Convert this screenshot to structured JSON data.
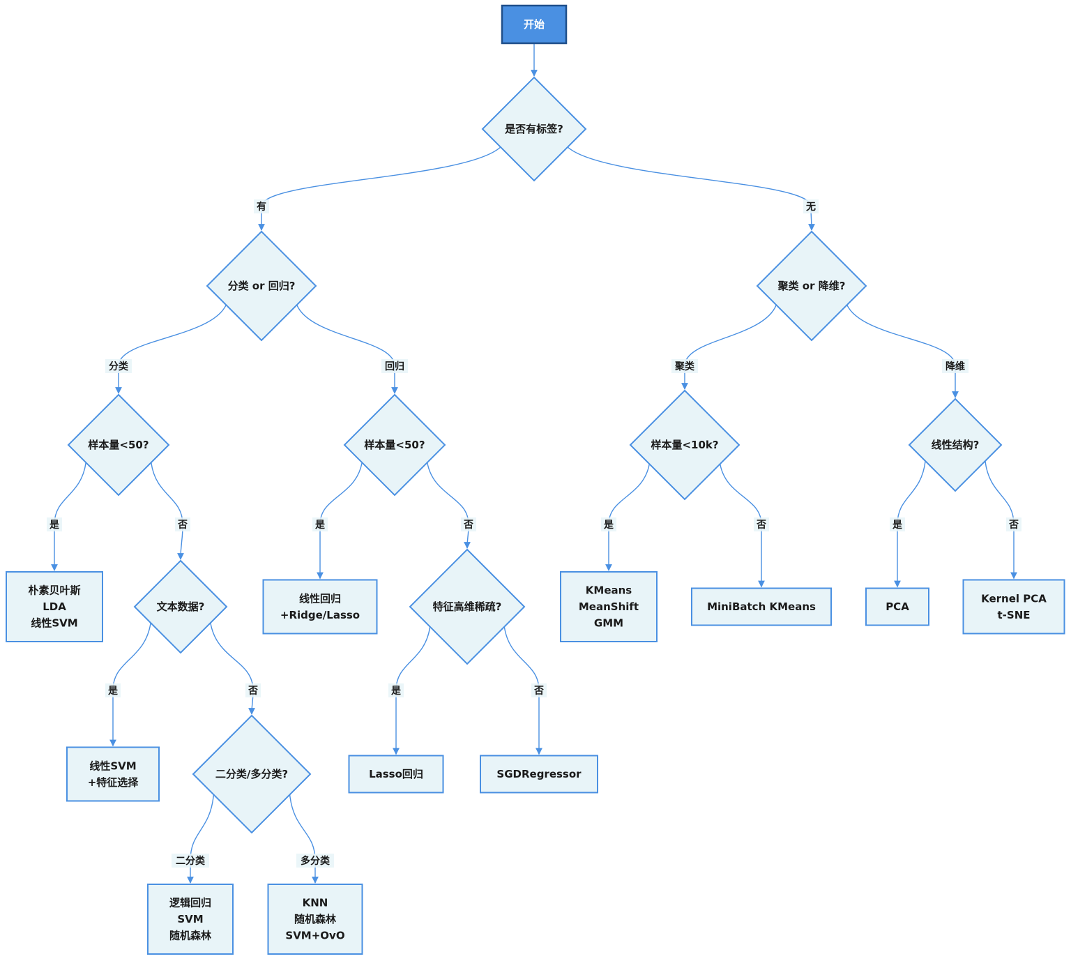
{
  "colors": {
    "accent": "#4a90e2",
    "node_fill": "#e8f4f8",
    "start_fill": "#4a90e2",
    "start_border": "#1f4f8a",
    "text": "#1a1a1a"
  },
  "nodes": {
    "start": {
      "kind": "start",
      "lines": [
        "开始"
      ]
    },
    "q_label": {
      "kind": "decision",
      "lines": [
        "是否有标签?"
      ]
    },
    "q_cls_reg": {
      "kind": "decision",
      "lines": [
        "分类 or 回归?"
      ]
    },
    "q_clu_dim": {
      "kind": "decision",
      "lines": [
        "聚类 or 降维?"
      ]
    },
    "q_cls_n": {
      "kind": "decision",
      "lines": [
        "样本量<50?"
      ]
    },
    "q_reg_n": {
      "kind": "decision",
      "lines": [
        "样本量<50?"
      ]
    },
    "q_clu_n": {
      "kind": "decision",
      "lines": [
        "样本量<10k?"
      ]
    },
    "q_linear": {
      "kind": "decision",
      "lines": [
        "线性结构?"
      ]
    },
    "r_nb": {
      "kind": "result",
      "lines": [
        "朴素贝叶斯",
        "LDA",
        "线性SVM"
      ]
    },
    "q_text": {
      "kind": "decision",
      "lines": [
        "文本数据?"
      ]
    },
    "r_linreg": {
      "kind": "result",
      "lines": [
        "线性回归",
        "+Ridge/Lasso"
      ]
    },
    "q_sparse": {
      "kind": "decision",
      "lines": [
        "特征高维稀疏?"
      ]
    },
    "r_kmeans": {
      "kind": "result",
      "lines": [
        "KMeans",
        "MeanShift",
        "GMM"
      ]
    },
    "r_minibatch": {
      "kind": "result",
      "lines": [
        "MiniBatch KMeans"
      ]
    },
    "r_pca": {
      "kind": "result",
      "lines": [
        "PCA"
      ]
    },
    "r_kpca": {
      "kind": "result",
      "lines": [
        "Kernel PCA",
        "t-SNE"
      ]
    },
    "r_linsvm": {
      "kind": "result",
      "lines": [
        "线性SVM",
        "+特征选择"
      ]
    },
    "q_binary": {
      "kind": "decision",
      "lines": [
        "二分类/多分类?"
      ]
    },
    "r_lasso": {
      "kind": "result",
      "lines": [
        "Lasso回归"
      ]
    },
    "r_sgd": {
      "kind": "result",
      "lines": [
        "SGDRegressor"
      ]
    },
    "r_logreg": {
      "kind": "result",
      "lines": [
        "逻辑回归",
        "SVM",
        "随机森林"
      ]
    },
    "r_knn": {
      "kind": "result",
      "lines": [
        "KNN",
        "随机森林",
        "SVM+OvO"
      ]
    }
  },
  "edges": [
    {
      "from": "start",
      "to": "q_label",
      "label": ""
    },
    {
      "from": "q_label",
      "to": "q_cls_reg",
      "label": "有"
    },
    {
      "from": "q_label",
      "to": "q_clu_dim",
      "label": "无"
    },
    {
      "from": "q_cls_reg",
      "to": "q_cls_n",
      "label": "分类"
    },
    {
      "from": "q_cls_reg",
      "to": "q_reg_n",
      "label": "回归"
    },
    {
      "from": "q_clu_dim",
      "to": "q_clu_n",
      "label": "聚类"
    },
    {
      "from": "q_clu_dim",
      "to": "q_linear",
      "label": "降维"
    },
    {
      "from": "q_cls_n",
      "to": "r_nb",
      "label": "是"
    },
    {
      "from": "q_cls_n",
      "to": "q_text",
      "label": "否"
    },
    {
      "from": "q_reg_n",
      "to": "r_linreg",
      "label": "是"
    },
    {
      "from": "q_reg_n",
      "to": "q_sparse",
      "label": "否"
    },
    {
      "from": "q_clu_n",
      "to": "r_kmeans",
      "label": "是"
    },
    {
      "from": "q_clu_n",
      "to": "r_minibatch",
      "label": "否"
    },
    {
      "from": "q_linear",
      "to": "r_pca",
      "label": "是"
    },
    {
      "from": "q_linear",
      "to": "r_kpca",
      "label": "否"
    },
    {
      "from": "q_text",
      "to": "r_linsvm",
      "label": "是"
    },
    {
      "from": "q_text",
      "to": "q_binary",
      "label": "否"
    },
    {
      "from": "q_sparse",
      "to": "r_lasso",
      "label": "是"
    },
    {
      "from": "q_sparse",
      "to": "r_sgd",
      "label": "否"
    },
    {
      "from": "q_binary",
      "to": "r_logreg",
      "label": "二分类"
    },
    {
      "from": "q_binary",
      "to": "r_knn",
      "label": "多分类"
    }
  ]
}
